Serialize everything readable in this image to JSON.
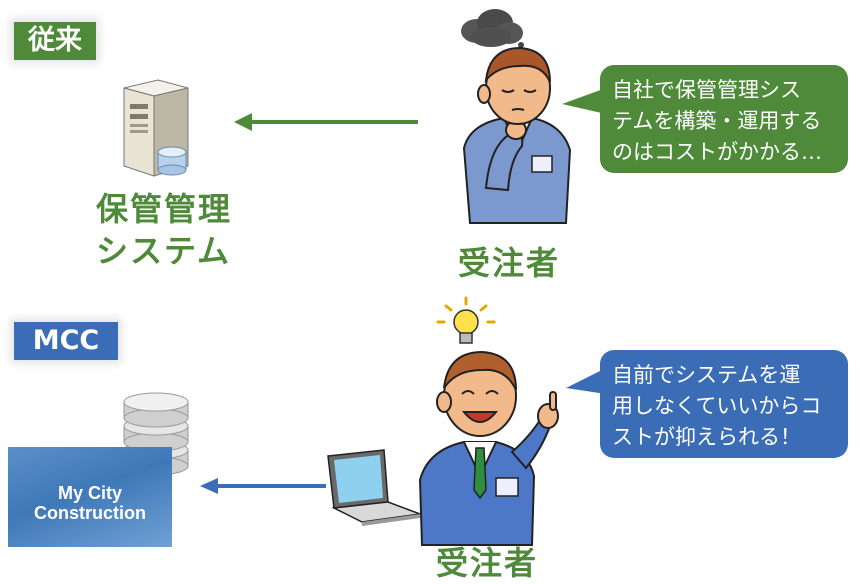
{
  "sections": {
    "old_tag": "従来",
    "mcc_tag": "MCC"
  },
  "top": {
    "system_label_line1": "保管管理",
    "system_label_line2": "システム",
    "person_label": "受注者",
    "bubble_lines": [
      "自社で保管管理シス",
      "テムを構築・運用する",
      "のはコストがかかる…"
    ]
  },
  "bottom": {
    "logo_line1": "My City",
    "logo_line2": "Construction",
    "person_label": "受注者",
    "bubble_lines": [
      "自前でシステムを運",
      "用しなくていいからコ",
      "ストが抑えられる！"
    ]
  },
  "colors": {
    "green": "#4e8a3a",
    "blue": "#3a6db5"
  },
  "icons": [
    "server-icon",
    "worried-worker-icon",
    "storm-cloud-icon",
    "database-icon",
    "idea-bulb-icon",
    "happy-worker-icon",
    "laptop-icon"
  ]
}
